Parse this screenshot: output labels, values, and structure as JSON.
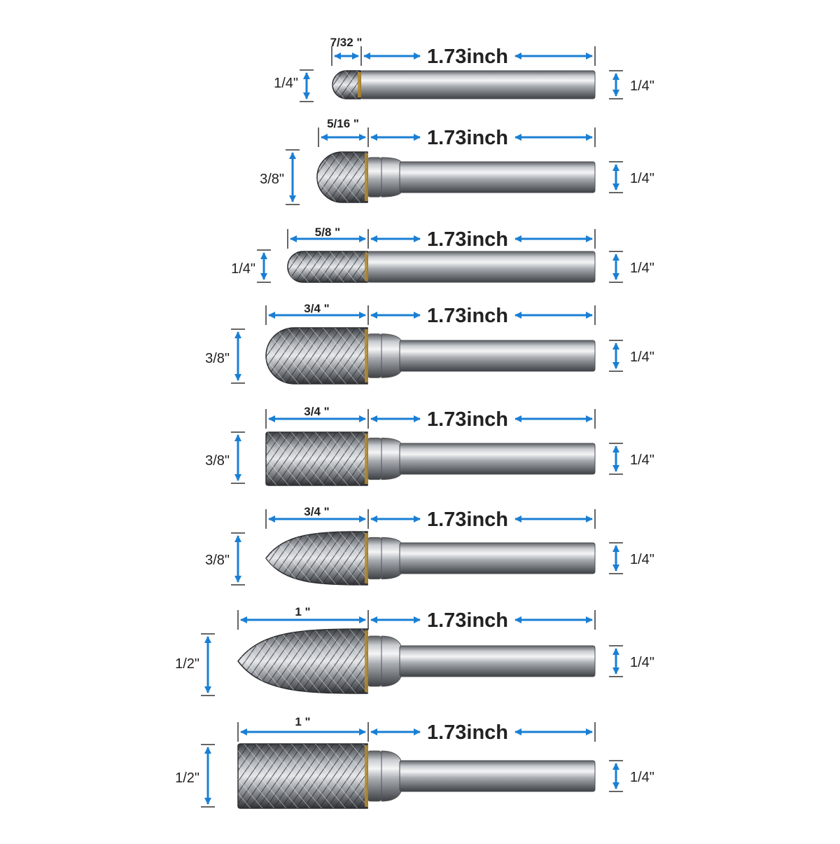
{
  "accent_color": "#1a7fd4",
  "text_color": "#222222",
  "bits": [
    {
      "head_length": "7/32 \"",
      "shank_length": "1.73inch",
      "head_diameter": "1/4\"",
      "shank_diameter": "1/4\"",
      "shape": "ball"
    },
    {
      "head_length": "5/16 \"",
      "shank_length": "1.73inch",
      "head_diameter": "3/8\"",
      "shank_diameter": "1/4\"",
      "shape": "ball"
    },
    {
      "head_length": "5/8 \"",
      "shank_length": "1.73inch",
      "head_diameter": "1/4\"",
      "shank_diameter": "1/4\"",
      "shape": "cylinder-radius"
    },
    {
      "head_length": "3/4 \"",
      "shank_length": "1.73inch",
      "head_diameter": "3/8\"",
      "shank_diameter": "1/4\"",
      "shape": "cylinder-radius"
    },
    {
      "head_length": "3/4 \"",
      "shank_length": "1.73inch",
      "head_diameter": "3/8\"",
      "shank_diameter": "1/4\"",
      "shape": "cylinder"
    },
    {
      "head_length": "3/4 \"",
      "shank_length": "1.73inch",
      "head_diameter": "3/8\"",
      "shank_diameter": "1/4\"",
      "shape": "tree"
    },
    {
      "head_length": "1 \"",
      "shank_length": "1.73inch",
      "head_diameter": "1/2\"",
      "shank_diameter": "1/4\"",
      "shape": "tree"
    },
    {
      "head_length": "1 \"",
      "shank_length": "1.73inch",
      "head_diameter": "1/2\"",
      "shank_diameter": "1/4\"",
      "shape": "cylinder"
    }
  ]
}
